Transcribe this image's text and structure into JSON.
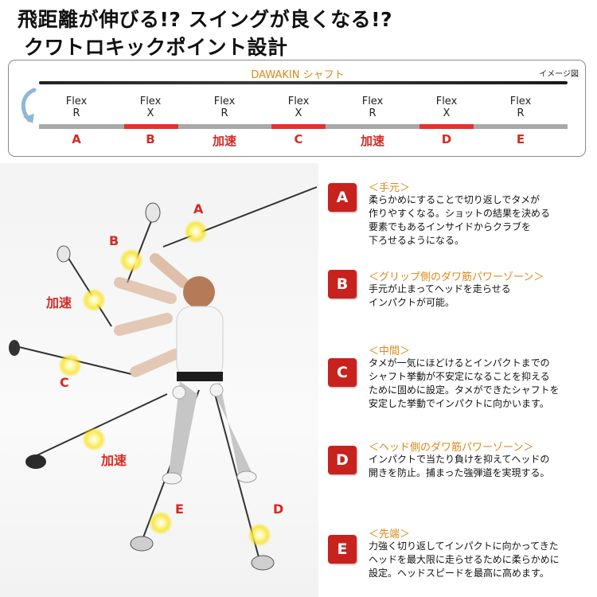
{
  "header": {
    "line1": "飛距離が伸びる!? スイングが良くなる!?",
    "line2": "クワトロキックポイント設計"
  },
  "diagram": {
    "shaft_name": "DAWAKIN シャフト",
    "image_note": "イメージ図",
    "flex": [
      {
        "word": "Flex",
        "grade": "R"
      },
      {
        "word": "Flex",
        "grade": "X"
      },
      {
        "word": "Flex",
        "grade": "R"
      },
      {
        "word": "Flex",
        "grade": "X"
      },
      {
        "word": "Flex",
        "grade": "R"
      },
      {
        "word": "Flex",
        "grade": "X"
      },
      {
        "word": "Flex",
        "grade": "R"
      }
    ],
    "zones": [
      "A",
      "B",
      "加速",
      "C",
      "加速",
      "D",
      "E"
    ]
  },
  "photo_labels": {
    "a": "A",
    "b": "B",
    "accel1": "加速",
    "c": "C",
    "accel2": "加速",
    "e": "E",
    "d": "D"
  },
  "sections": [
    {
      "badge": "A",
      "title": "＜手元＞",
      "body": "柔らかめにすることで切り返しでタメが\n作りやすくなる。ショットの結果を決める\n要素でもあるインサイドからクラブを\n下ろせるようになる。"
    },
    {
      "badge": "B",
      "title": "＜グリップ側のダワ筋パワーゾーン＞",
      "body": "手元が止まってヘッドを走らせる\nインパクトが可能。"
    },
    {
      "badge": "C",
      "title": "＜中間＞",
      "body": "タメが一気にほどけるとインパクトまでの\nシャフト挙動が不安定になることを抑える\nために固めに設定。タメができたシャフトを\n安定した挙動でインパクトに向かいます。"
    },
    {
      "badge": "D",
      "title": "＜ヘッド側のダワ筋パワーゾーン＞",
      "body": "インパクトで当たり負けを抑えてヘッドの\n開きを防止。捕まった強弾道を実現する。"
    },
    {
      "badge": "E",
      "title": "＜先端＞",
      "body": "力強く切り返してインパクトに向かってきた\nヘッドを最大限に走らせるために柔らかめに\n設定。ヘッドスピードを最高に高めます。"
    }
  ],
  "colors": {
    "accent_red": "#d52a24",
    "badge_red": "#c8211e",
    "title_orange": "#d88a1a",
    "glow_yellow": "#f7e21c"
  }
}
